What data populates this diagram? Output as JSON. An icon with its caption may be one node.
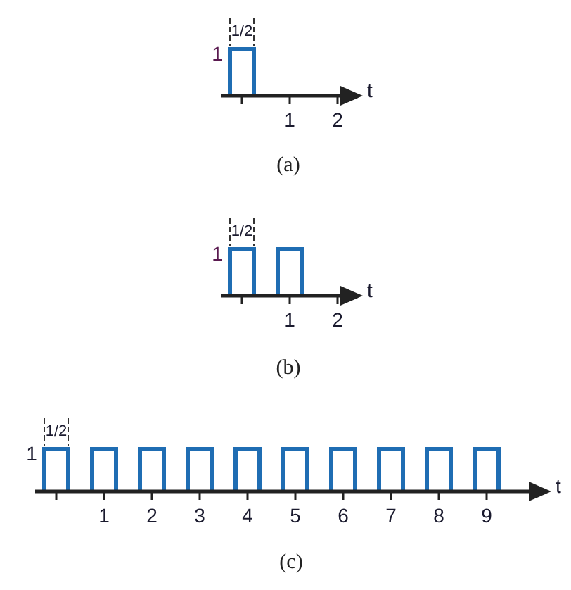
{
  "diagram": {
    "labels": [
      "1/2",
      "1",
      "t",
      "1",
      "2",
      "(a)",
      "1/2",
      "1",
      "t",
      "1",
      "2",
      "(b)",
      "1/2",
      "1",
      "t",
      "1",
      "2",
      "3",
      "4",
      "5",
      "6",
      "7",
      "8",
      "9",
      "(c)"
    ]
  }
}
